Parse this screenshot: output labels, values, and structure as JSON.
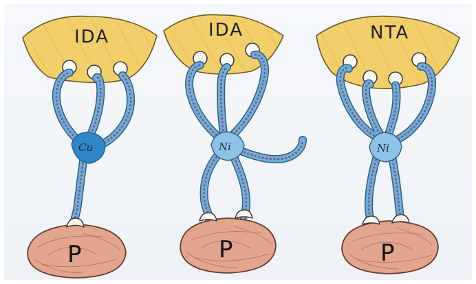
{
  "panels": [
    {
      "ligand": "IDA",
      "metal": "Cu",
      "protein": "P",
      "metal_color": "#2f86c8"
    },
    {
      "ligand": "IDA",
      "metal": "Ni",
      "protein": "P",
      "metal_color": "#8ec2e6"
    },
    {
      "ligand": "NTA",
      "metal": "Ni",
      "protein": "P",
      "metal_color": "#8ec2e6"
    }
  ],
  "colors": {
    "support": "#f2cf6a",
    "protein": "#e2a58e",
    "arm": "#6faed8",
    "dots": "#8a4f7e"
  }
}
